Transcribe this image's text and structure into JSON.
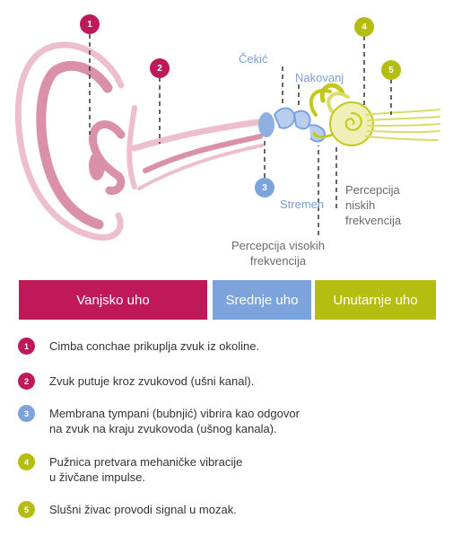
{
  "colors": {
    "outer": "#c0195a",
    "middle": "#7da3dc",
    "inner": "#b5bd10",
    "ear": "#d990a8",
    "earLight": "#edbfcc",
    "cochlea": "#eef0b8",
    "cochleaLine": "#c4c81a",
    "nerve": "#d8dc6a"
  },
  "markers": [
    {
      "num": "1",
      "group": "outer"
    },
    {
      "num": "2",
      "group": "outer"
    },
    {
      "num": "3",
      "group": "middle"
    },
    {
      "num": "4",
      "group": "inner"
    },
    {
      "num": "5",
      "group": "inner"
    }
  ],
  "labels": {
    "cekic": "Čekić",
    "nakovanj": "Nakovanj",
    "stremen": "Stremen",
    "niske": "Percepcija\nniskih\nfrekvencija",
    "visoke": "Percepcija visokih\nfrekvencija"
  },
  "bars": [
    {
      "label": "Vanjsko uho",
      "group": "outer"
    },
    {
      "label": "Srednje uho",
      "group": "middle"
    },
    {
      "label": "Unutarnje uho",
      "group": "inner"
    }
  ],
  "steps": [
    {
      "num": "1",
      "group": "outer",
      "text": "Cimba conchae prikuplja zvuk iz okoline."
    },
    {
      "num": "2",
      "group": "outer",
      "text": "Zvuk putuje kroz zvukovod (ušni kanal)."
    },
    {
      "num": "3",
      "group": "middle",
      "text": "Membrana tympani (bubnjić) vibrira kao odgovor\nna zvuk na kraju zvukovoda (ušnog kanala)."
    },
    {
      "num": "4",
      "group": "inner",
      "text": "Pužnica pretvara mehaničke vibracije\nu živčane impulse."
    },
    {
      "num": "5",
      "group": "inner",
      "text": "Slušni živac provodi signal u mozak."
    }
  ]
}
